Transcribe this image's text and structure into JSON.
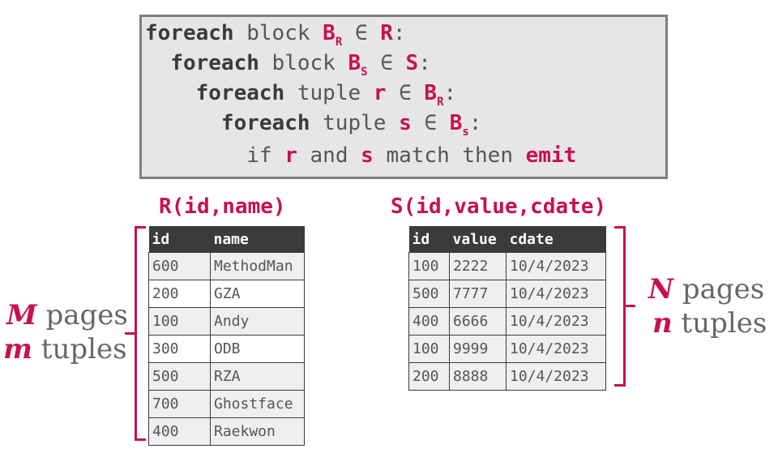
{
  "code": {
    "l1": {
      "kw": "foreach",
      "t1": " block ",
      "v1": "B",
      "s1": "R",
      "t2": " ∈ ",
      "v2": "R",
      "t3": ":"
    },
    "l2": {
      "kw": "foreach",
      "t1": " block ",
      "v1": "B",
      "s1": "S",
      "t2": " ∈ ",
      "v2": "S",
      "t3": ":"
    },
    "l3": {
      "kw": "foreach",
      "t1": " tuple ",
      "v1": "r",
      "t2": " ∈ ",
      "v2": "B",
      "s2": "R",
      "t3": ":"
    },
    "l4": {
      "kw": "foreach",
      "t1": " tuple ",
      "v1": "s",
      "t2": " ∈ ",
      "v2": "B",
      "s2": "s",
      "t3": ":"
    },
    "l5": {
      "t0": "if ",
      "v1": "r",
      "t1": " and ",
      "v2": "s",
      "t2": " match then ",
      "kw": "emit"
    }
  },
  "tableR": {
    "title": "R(id,name)",
    "headers": [
      "id",
      "name"
    ],
    "rows": [
      [
        "600",
        "MethodMan"
      ],
      [
        "200",
        "GZA"
      ],
      [
        "100",
        "Andy"
      ],
      [
        "300",
        "ODB"
      ],
      [
        "500",
        "RZA"
      ],
      [
        "700",
        "Ghostface"
      ],
      [
        "400",
        "Raekwon"
      ]
    ]
  },
  "tableS": {
    "title": "S(id,value,cdate)",
    "headers": [
      "id",
      "value",
      "cdate"
    ],
    "rows": [
      [
        "100",
        "2222",
        "10/4/2023"
      ],
      [
        "500",
        "7777",
        "10/4/2023"
      ],
      [
        "400",
        "6666",
        "10/4/2023"
      ],
      [
        "100",
        "9999",
        "10/4/2023"
      ],
      [
        "200",
        "8888",
        "10/4/2023"
      ]
    ]
  },
  "left_label": {
    "var1": "M",
    "word1": " pages",
    "var2": "m",
    "word2": " tuples"
  },
  "right_label": {
    "var1": "N",
    "word1": " pages",
    "var2": "n",
    "word2": " tuples"
  }
}
